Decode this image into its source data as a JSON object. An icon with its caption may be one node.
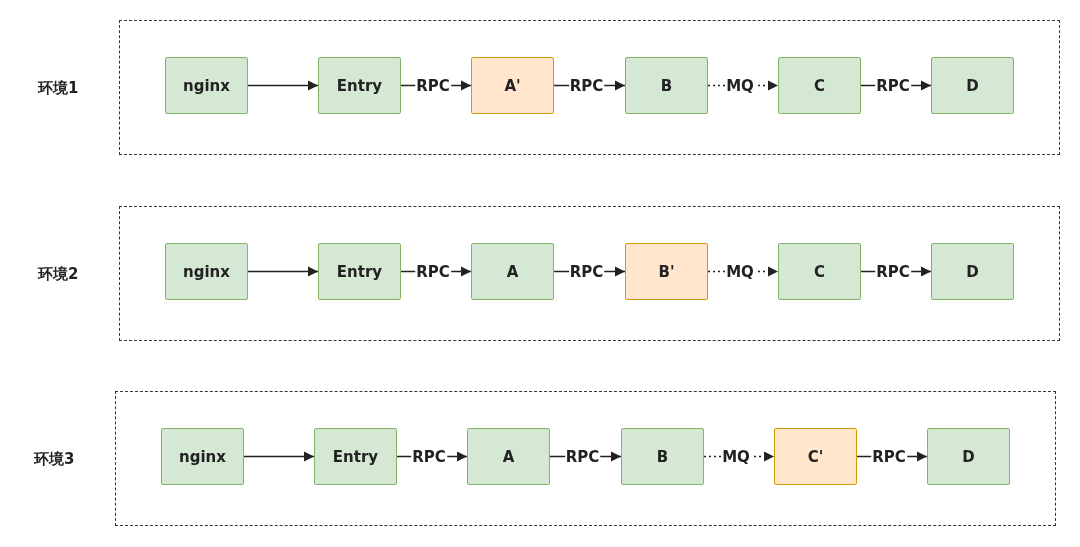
{
  "diagram": {
    "nodes": [
      {
        "text": [
          "环境1"
        ]
      },
      {
        "text": [
          "nginx"
        ],
        "in": 0
      },
      {
        "text": [
          "Entry"
        ],
        "in": 0
      },
      {
        "text": [
          "A'"
        ],
        "in": 0
      },
      {
        "text": [
          "B"
        ],
        "in": 0
      },
      {
        "text": [
          "C"
        ],
        "in": 0
      },
      {
        "text": [
          "D"
        ],
        "in": 0
      },
      {
        "text": [
          "环境2"
        ]
      },
      {
        "text": [
          "nginx"
        ],
        "in": 7
      },
      {
        "text": [
          "Entry"
        ],
        "in": 7
      },
      {
        "text": [
          "A"
        ],
        "in": 7
      },
      {
        "text": [
          "B'"
        ],
        "in": 7
      },
      {
        "text": [
          "C"
        ],
        "in": 7
      },
      {
        "text": [
          "D"
        ],
        "in": 7
      },
      {
        "text": [
          "环境3"
        ]
      },
      {
        "text": [
          "nginx"
        ],
        "in": 14
      },
      {
        "text": [
          "Entry"
        ],
        "in": 14
      },
      {
        "text": [
          "A"
        ],
        "in": 14
      },
      {
        "text": [
          "B"
        ],
        "in": 14
      },
      {
        "text": [
          "C'"
        ],
        "in": 14
      },
      {
        "text": [
          "D"
        ],
        "in": 14
      }
    ],
    "edges": [
      {
        "from": 1,
        "to": 2,
        "arrow": "to"
      },
      {
        "from": 2,
        "to": 3,
        "arrow": "to",
        "label": "RPC"
      },
      {
        "from": 3,
        "to": 4,
        "arrow": "to",
        "label": "RPC"
      },
      {
        "from": 4,
        "to": 5,
        "arrow": "to",
        "label": "MQ",
        "style": "dashed"
      },
      {
        "from": 5,
        "to": 6,
        "arrow": "to",
        "label": "RPC"
      },
      {
        "from": 8,
        "to": 9,
        "arrow": "to"
      },
      {
        "from": 9,
        "to": 10,
        "arrow": "to",
        "label": "RPC"
      },
      {
        "from": 10,
        "to": 11,
        "arrow": "to",
        "label": "RPC"
      },
      {
        "from": 11,
        "to": 12,
        "arrow": "to",
        "label": "MQ",
        "style": "dashed"
      },
      {
        "from": 12,
        "to": 13,
        "arrow": "to",
        "label": "RPC"
      },
      {
        "from": 15,
        "to": 16,
        "arrow": "to"
      },
      {
        "from": 16,
        "to": 17,
        "arrow": "to",
        "label": "RPC"
      },
      {
        "from": 17,
        "to": 18,
        "arrow": "to",
        "label": "RPC"
      },
      {
        "from": 18,
        "to": 19,
        "arrow": "to",
        "label": "MQ",
        "style": "dashed"
      },
      {
        "from": 19,
        "to": 20,
        "arrow": "to",
        "label": "RPC"
      }
    ]
  }
}
